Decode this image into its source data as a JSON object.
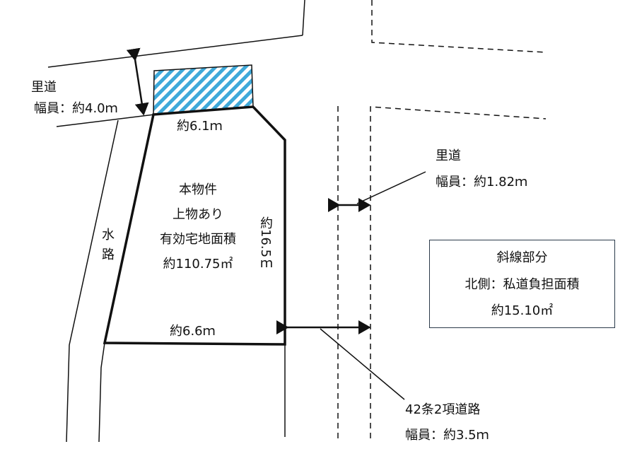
{
  "labels": {
    "north_road_name": "里道",
    "north_road_width": "幅員：約4.0ｍ",
    "east_alley_name": "里道",
    "east_alley_width": "幅員：約1.82ｍ",
    "waterway": "水路",
    "property_lines": [
      "本物件",
      "上物あり",
      "有効宅地面積",
      "約110.75㎡"
    ],
    "dim_north_side": "約6.1ｍ",
    "dim_south_side": "約6.6ｍ",
    "dim_east_side": "約16.5ｍ",
    "road_type": "42条2項道路",
    "road_width": "幅員：約3.5ｍ"
  },
  "legend": {
    "lines": [
      "斜線部分",
      "北側：私道負担面積",
      "約15.10㎡"
    ]
  },
  "colors": {
    "hatch": "#3fa9d9",
    "line": "#111111",
    "legend_border": "#2b3a4a"
  }
}
